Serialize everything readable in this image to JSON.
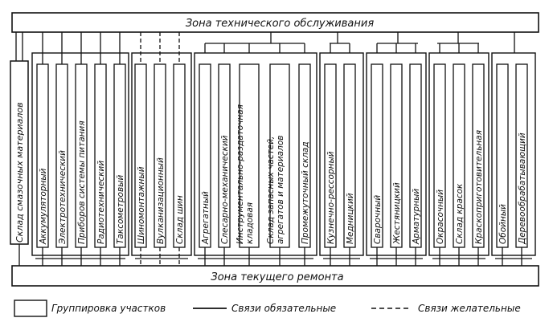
{
  "top_zone": "Зона технического обслуживания",
  "bottom_zone": "Зона текущего ремонта",
  "left_section": "Склад смазочных материалов",
  "groups": [
    {
      "sections": [
        "Аккумуляторный",
        "Электротехнический",
        "Приборов системы питания",
        "Радиотехнический",
        "Таксометровый"
      ]
    },
    {
      "sections": [
        "Шиномонтажный",
        "Вулканизационный",
        "Склад шин"
      ]
    },
    {
      "sections": [
        "Агрегатный",
        "Слесарно-механический",
        "Инструментально-раздаточная кладовая",
        "Склад запасных частей, агрегатов и материалов",
        "Промежуточный склад"
      ]
    },
    {
      "sections": [
        "Кузнечно-рессорный",
        "Медницкий"
      ]
    },
    {
      "sections": [
        "Сварочный",
        "Жестяницкий",
        "Арматурный"
      ]
    },
    {
      "sections": [
        "Окрасочный",
        "Склад красок",
        "Краскоприготовительная"
      ]
    },
    {
      "sections": [
        "Обойный",
        "Деревообрабатывающий"
      ]
    }
  ],
  "legend": {
    "grouping": "Группировка участков",
    "mandatory": "Связи обязательные",
    "desirable": "Связи желательные"
  }
}
